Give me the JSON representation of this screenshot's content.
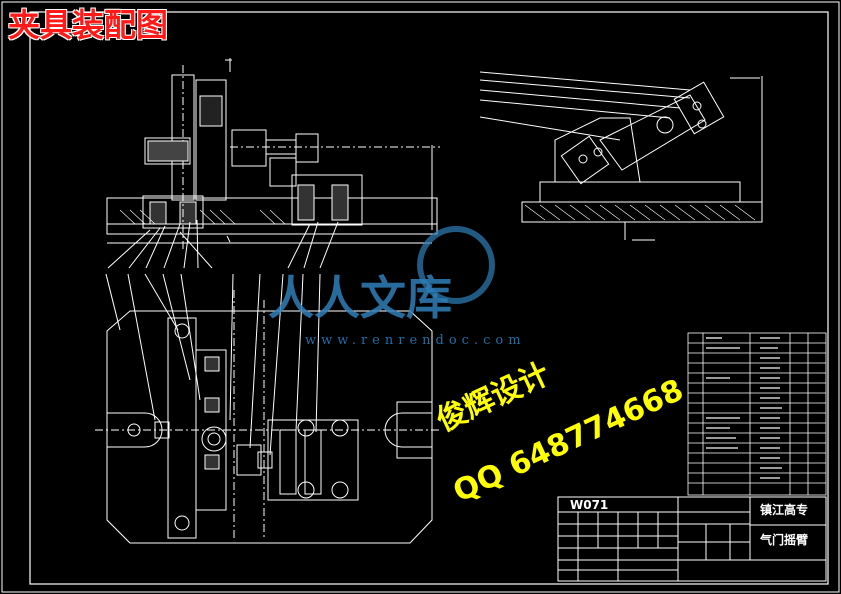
{
  "drawing_title": "夹具装配图",
  "watermark": {
    "brand": "人人文库",
    "site": "www.renrendoc.com",
    "designer": "俊辉设计",
    "qq": "QQ 648774668"
  },
  "title_block": {
    "drawing_no": "W071",
    "school": "镇江高专",
    "part_name": "气门摇臂"
  },
  "colors": {
    "background": "#000000",
    "lines": "#ffffff",
    "title": "#ff1a1a",
    "watermark_text": "#ffff00",
    "watermark_logo": "#2e7fb8",
    "frame_accent": "#00ffff"
  }
}
